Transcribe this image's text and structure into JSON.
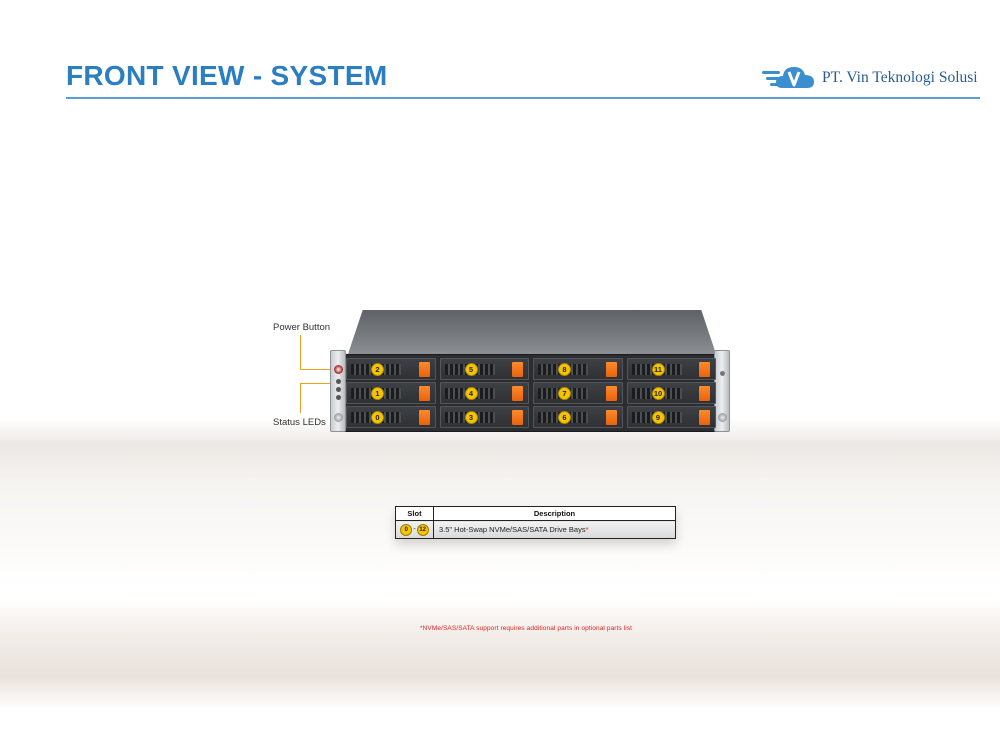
{
  "header": {
    "title": "FRONT VIEW - SYSTEM",
    "company": "PT. Vin Teknologi Solusi",
    "accent_color": "#2b7ec2"
  },
  "callouts": {
    "power_button": "Power Button",
    "status_leds": "Status LEDs",
    "line_color": "#f0a020"
  },
  "server": {
    "bays": [
      {
        "label": "2"
      },
      {
        "label": "5"
      },
      {
        "label": "8"
      },
      {
        "label": "11"
      },
      {
        "label": "1"
      },
      {
        "label": "4"
      },
      {
        "label": "7"
      },
      {
        "label": "10"
      },
      {
        "label": "0"
      },
      {
        "label": "3"
      },
      {
        "label": "6"
      },
      {
        "label": "9"
      }
    ],
    "handle_color": "#ff7a1a",
    "badge_color": "#f5c400"
  },
  "table": {
    "col_slot": "Slot",
    "col_description": "Description",
    "row": {
      "slot_from": "0",
      "slot_sep": "-",
      "slot_to": "12",
      "description": "3.5\" Hot-Swap NVMe/SAS/SATA Drive Bays",
      "asterisk": "*"
    }
  },
  "footnote": "*NVMe/SAS/SATA support requires additional parts in optional parts list"
}
